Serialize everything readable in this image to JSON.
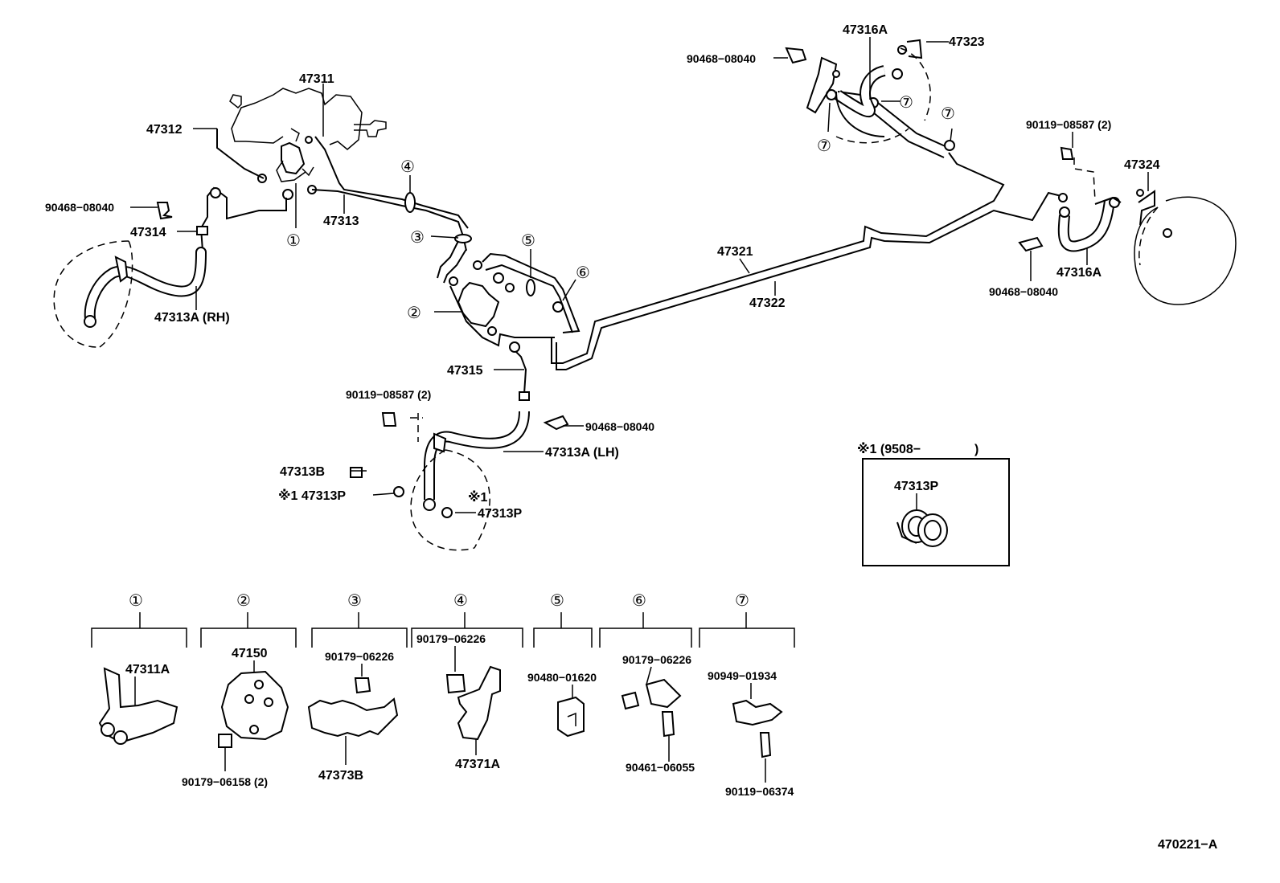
{
  "callouts": {
    "c47311": "47311",
    "c47312": "47312",
    "c90468_rh": "90468−08040",
    "c47314": "47314",
    "c47313": "47313",
    "c47313a_rh": "47313A (RH)",
    "c47315": "47315",
    "c90119_lh": "90119−08587 (2)",
    "c90468_lh": "90468−08040",
    "c47313a_lh": "47313A (LH)",
    "c47313b": "47313B",
    "c47313p_l": "※1 47313P",
    "c47313p_star": "※1",
    "c47313p_r": "47313P",
    "c47321": "47321",
    "c47322": "47322",
    "c47316a_top": "47316A",
    "c47323": "47323",
    "c90468_top": "90468−08040",
    "c90119_r": "90119−08587 (2)",
    "c47324": "47324",
    "c47316a_r": "47316A",
    "c90468_r": "90468−08040"
  },
  "markers": {
    "m1": "①",
    "m2": "②",
    "m3": "③",
    "m4": "④",
    "m5": "⑤",
    "m6": "⑥",
    "m7": "⑦"
  },
  "inset": {
    "header": "※1 (9508−",
    "header_close": ")",
    "part": "47313P"
  },
  "groups": {
    "g1": {
      "num": "①",
      "parts": [
        "47311A"
      ]
    },
    "g2": {
      "num": "②",
      "parts": [
        "47150",
        "90179−06158 (2)"
      ]
    },
    "g3": {
      "num": "③",
      "parts": [
        "90179−06226",
        "47373B"
      ]
    },
    "g4": {
      "num": "④",
      "parts": [
        "90179−06226",
        "47371A"
      ]
    },
    "g5": {
      "num": "⑤",
      "parts": [
        "90480−01620"
      ]
    },
    "g6": {
      "num": "⑥",
      "parts": [
        "90179−06226",
        "90461−06055"
      ]
    },
    "g7": {
      "num": "⑦",
      "parts": [
        "90949−01934",
        "90119−06374"
      ]
    }
  },
  "diagram_code": "470221−A"
}
